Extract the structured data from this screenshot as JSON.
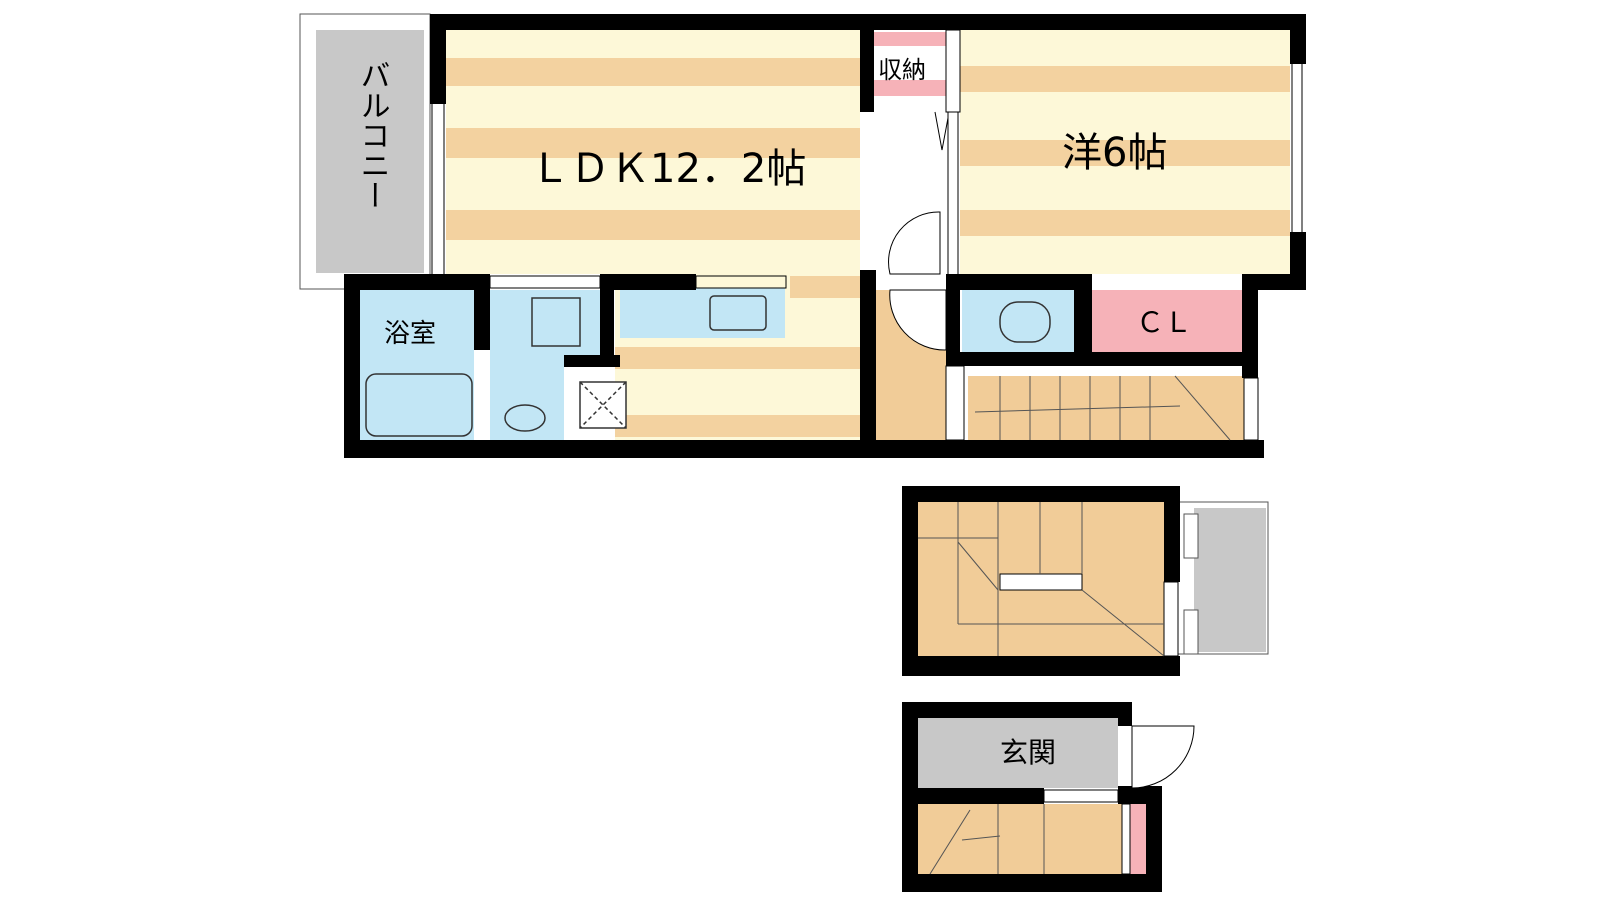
{
  "labels": {
    "balcony": "バルコニー",
    "ldk": "ＬＤＫ12．2帖",
    "storage": "収納",
    "western_room": "洋6帖",
    "bathroom": "浴室",
    "closet": "ＣＬ",
    "entrance": "玄関"
  },
  "colors": {
    "wall": "#000000",
    "floor_stripe": "#f3d2a0",
    "floor_light": "#fdf8d8",
    "wet_area": "#c2e6f5",
    "stair": "#f1cc98",
    "balcony_gray": "#c8c8c8",
    "closet_pink": "#f6b2b8"
  }
}
